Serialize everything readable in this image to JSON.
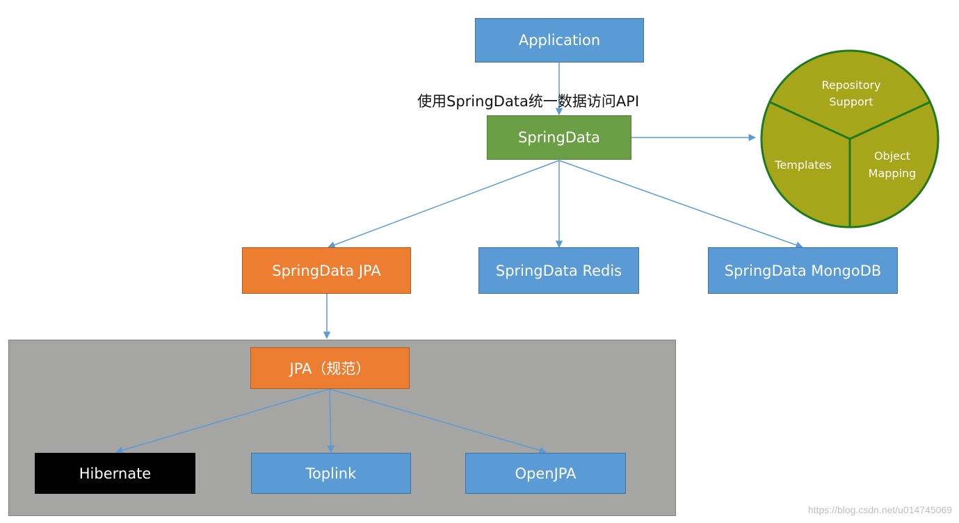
{
  "nodes": {
    "application": "Application",
    "springdata": "SpringData",
    "jpa": "SpringData JPA",
    "redis": "SpringData Redis",
    "mongodb": "SpringData MongoDB",
    "jpa_spec": "JPA（规范）",
    "hibernate": "Hibernate",
    "toplink": "Toplink",
    "openjpa": "OpenJPA"
  },
  "edge_label": "使用SpringData统一数据访问API",
  "pie": {
    "fill": "#a7a61a",
    "stroke": "#1f7a1f",
    "segments": {
      "repository_1": "Repository",
      "repository_2": "Support",
      "templates": "Templates",
      "object_1": "Object",
      "object_2": "Mapping"
    }
  },
  "colors": {
    "blue": "#5b9bd5",
    "green": "#6a9f45",
    "orange": "#ed7d31",
    "panel": "#a5a5a4"
  },
  "watermark": "https://blog.csdn.net/u014745069"
}
